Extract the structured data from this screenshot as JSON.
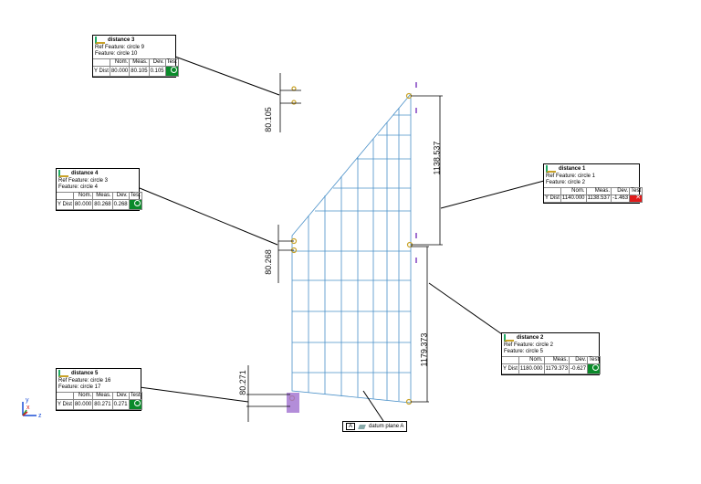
{
  "callouts": [
    {
      "title": "distance 3",
      "ref": "Ref Feature: circle 9",
      "feature": "Feature: circle 10",
      "hdr": [
        "Nom.",
        "Meas.",
        "Dev.",
        "Test"
      ],
      "row_label": "Y Dist",
      "nom": "80.000",
      "meas": "80.105",
      "dev": "0.105",
      "status": "pass"
    },
    {
      "title": "distance 4",
      "ref": "Ref Feature: circle 3",
      "feature": "Feature: circle 4",
      "hdr": [
        "Nom.",
        "Meas.",
        "Dev.",
        "Test"
      ],
      "row_label": "Y Dist",
      "nom": "80.000",
      "meas": "80.268",
      "dev": "0.268",
      "status": "pass"
    },
    {
      "title": "distance 1",
      "ref": "Ref Feature: circle 1",
      "feature": "Feature: circle 2",
      "hdr": [
        "Nom.",
        "Meas.",
        "Dev.",
        "Test"
      ],
      "row_label": "Y Dist",
      "nom": "1140.000",
      "meas": "1138.537",
      "dev": "-1.463",
      "status": "fail"
    },
    {
      "title": "distance 2",
      "ref": "Ref Feature: circle 2",
      "feature": "Feature: circle 5",
      "hdr": [
        "Nom.",
        "Meas.",
        "Dev.",
        "Test"
      ],
      "row_label": "Y Dist",
      "nom": "1180.000",
      "meas": "1179.373",
      "dev": "-0.627",
      "status": "pass"
    },
    {
      "title": "distance 5",
      "ref": "Ref Feature: circle 16",
      "feature": "Feature: circle 17",
      "hdr": [
        "Nom.",
        "Meas.",
        "Dev.",
        "Test"
      ],
      "row_label": "Y Dist",
      "nom": "80.000",
      "meas": "80.271",
      "dev": "0.271",
      "status": "pass"
    }
  ],
  "dimensions": {
    "d3": "80.105",
    "d4": "80.268",
    "d1": "1138.537",
    "d2": "1179.373",
    "d5": "80.271"
  },
  "datum": {
    "letter": "A",
    "label": "datum plane A"
  },
  "axes": {
    "x": "x",
    "y": "y",
    "z": "z"
  },
  "colors": {
    "mesh": "#4a90c8",
    "pass": "#0a8a2a",
    "fail": "#e01b1b",
    "feature": "#c9a227",
    "points": "#a070d0"
  }
}
